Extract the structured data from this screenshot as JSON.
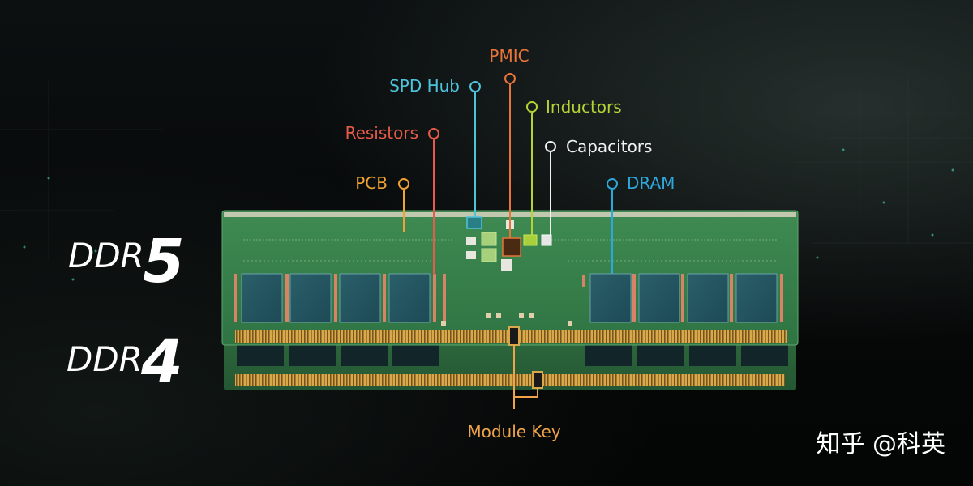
{
  "variants": {
    "ddr5_word": "DDR",
    "ddr5_num": "5",
    "ddr4_word": "DDR",
    "ddr4_num": "4"
  },
  "callouts": {
    "pmic": "PMIC",
    "spd_hub": "SPD Hub",
    "inductors": "Inductors",
    "resistors": "Resistors",
    "capacitors": "Capacitors",
    "pcb": "PCB",
    "dram": "DRAM",
    "module_key": "Module Key"
  },
  "colors": {
    "pmic": "#e8743a",
    "spd_hub": "#4fc3dc",
    "inductors": "#b5d334",
    "resistors": "#e85a4a",
    "capacitors": "#f2f2f2",
    "pcb": "#f0a234",
    "dram": "#2ea8dc",
    "module_key": "#f0a44a"
  },
  "watermark": "知乎 @科英"
}
